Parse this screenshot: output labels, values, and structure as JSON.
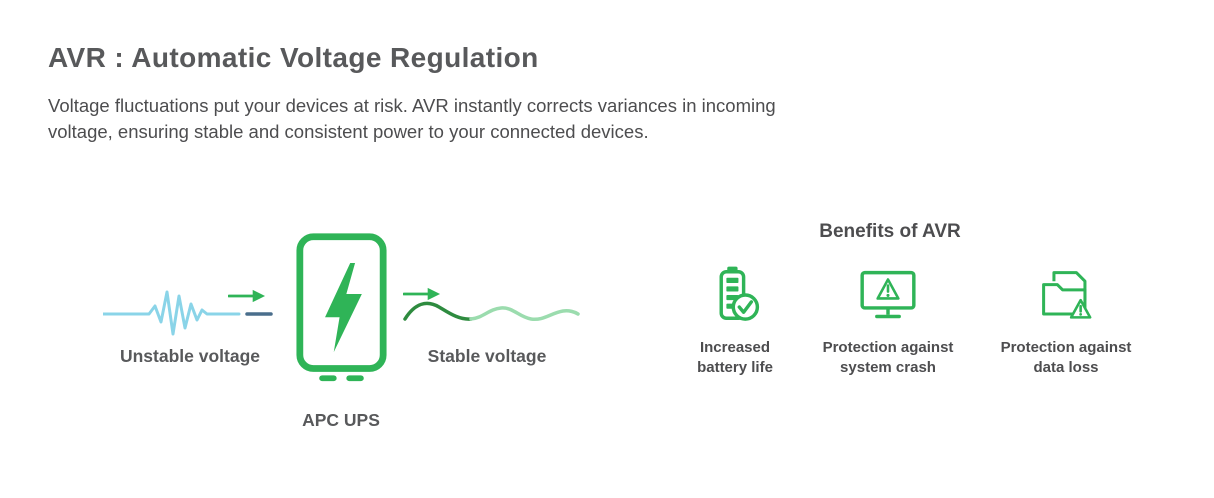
{
  "header": {
    "title": "AVR : Automatic Voltage Regulation",
    "description": "Voltage fluctuations put your devices at risk. AVR instantly corrects variances in incoming voltage, ensuring stable and consistent power to your connected devices."
  },
  "diagram": {
    "unstable_label": "Unstable voltage",
    "stable_label": "Stable voltage",
    "ups_label": "APC UPS",
    "icons": [
      "unstable-voltage-waveform-icon",
      "arrow-right-icon",
      "apc-ups-lightning-icon",
      "arrow-right-icon",
      "stable-voltage-waveform-icon"
    ]
  },
  "benefits": {
    "heading": "Benefits of AVR",
    "items": [
      {
        "icon": "battery-check-icon",
        "label": "Increased battery life"
      },
      {
        "icon": "monitor-warning-icon",
        "label": "Protection against system crash"
      },
      {
        "icon": "folder-warning-icon",
        "label": "Protection against data loss"
      }
    ]
  },
  "colors": {
    "brand_green": "#2fb457",
    "dark_green_wave": "#2e8b3f",
    "light_green_wave": "#9bdcae",
    "unstable_blue": "#8ad4e8",
    "unstable_dash_blue": "#4a6e8c",
    "title_gray": "#58595b",
    "body_gray": "#4d4d4f"
  }
}
